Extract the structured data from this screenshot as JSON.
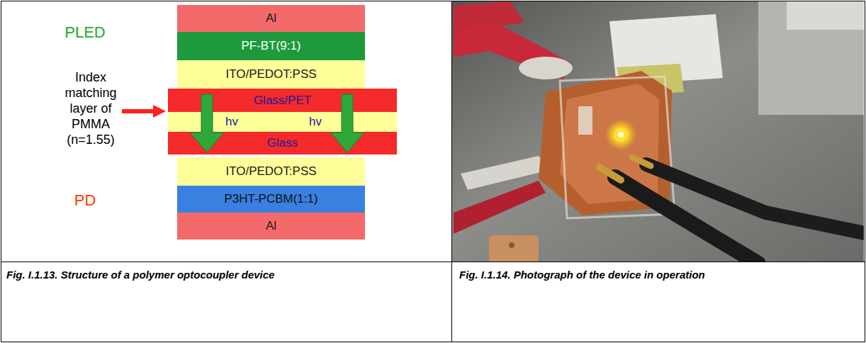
{
  "diagram": {
    "nodes": [
      {
        "text": [
          "Al"
        ]
      },
      {
        "text": [
          "PF-BT(9:1)"
        ]
      },
      {
        "text": [
          "ITO/PEDOT:PSS"
        ]
      },
      {
        "text": [
          "Glass/PET"
        ]
      },
      {
        "text": [
          "hv",
          "hv"
        ]
      },
      {
        "text": [
          "Glass"
        ]
      },
      {
        "text": [
          "ITO/PEDOT:PSS"
        ]
      },
      {
        "text": [
          "P3HT-PCBM(1:1)"
        ]
      },
      {
        "text": [
          "Al"
        ]
      }
    ],
    "edges": [
      {
        "from": 3,
        "to": 5,
        "arrow": "to"
      },
      {
        "from": 3,
        "to": 5,
        "arrow": "to"
      }
    ],
    "labels": [
      "PLED",
      "Index matching layer of PMMA (n=1.55)",
      "PD",
      "Fig. I.1.13. Structure of a polymer optocoupler device",
      "Fig. I.1.14. Photograph of the device in operation"
    ]
  }
}
